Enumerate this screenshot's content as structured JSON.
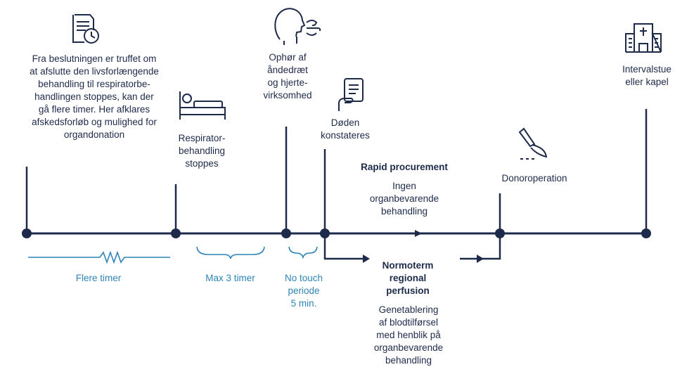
{
  "steps": {
    "decision": "Fra beslutningen er truffet om\nat afslutte den livsforlængende\nbehandling til respiratorbe-\nhandlingen stoppes, kan der\ngå flere timer. Her afklares\nafskedsforløb og mulighed for\norgandonation",
    "respirator": "Respirator-\nbehandling\nstoppes",
    "cessation": "Ophør af\nåndedræt\nog hjerte-\nvirksomhed",
    "death": "Døden\nkonstateres",
    "donor_operation": "Donoroperation",
    "chapel": "Intervalstue\neller kapel"
  },
  "durations": {
    "hours": "Flere timer",
    "max3": "Max 3 timer",
    "no_touch": "No touch\nperiode\n5 min."
  },
  "rapid": {
    "title": "Rapid procurement",
    "body": "Ingen\norganbevarende\nbehandling"
  },
  "nrp": {
    "title": "Normoterm\nregional\nperfusion",
    "body": "Genetablering\naf blodtilførsel\nmed henblik på\norganbevarende\nbehandling"
  },
  "icons": [
    "document-clock-icon",
    "hospital-bed-icon",
    "head-breath-icon",
    "hand-document-icon",
    "scalpel-icon",
    "chapel-building-icon"
  ],
  "colors": {
    "navy": "#1e2a4a",
    "blue": "#2e84b6"
  }
}
